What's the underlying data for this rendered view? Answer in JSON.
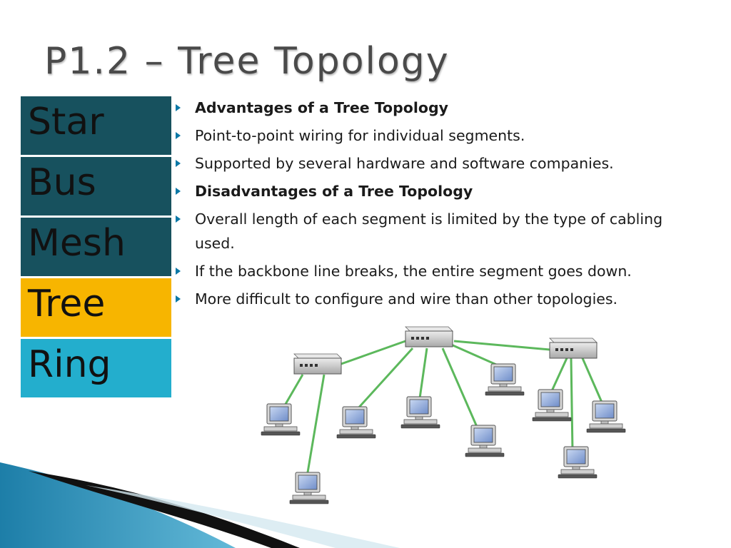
{
  "slide": {
    "title": "P1.2 – Tree Topology"
  },
  "topology_list": [
    {
      "label": "Star",
      "color": "#17515e",
      "active": false
    },
    {
      "label": "Bus",
      "color": "#17515e",
      "active": false
    },
    {
      "label": "Mesh",
      "color": "#17515e",
      "active": false
    },
    {
      "label": "Tree",
      "color": "#f7b500",
      "active": true
    },
    {
      "label": "Ring",
      "color": "#23aecd",
      "active": false
    }
  ],
  "bullets": [
    {
      "text": "Advantages of a Tree Topology",
      "bold": true
    },
    {
      "text": "Point-to-point wiring for individual segments.",
      "bold": false
    },
    {
      "text": "Supported by several hardware and software companies.",
      "bold": false
    },
    {
      "text": "Disadvantages of a Tree Topology",
      "bold": true
    },
    {
      "text": "Overall length of each segment is limited by the type of cabling used.",
      "bold": false
    },
    {
      "text": "If the backbone line breaks, the entire segment goes down.",
      "bold": false
    },
    {
      "text": "More difficult to configure and wire than other topologies.",
      "bold": false
    }
  ],
  "colors": {
    "bullet_arrow": "#0a78a6",
    "cable": "#5cb85c",
    "hub": "#c8c8c8",
    "screen": "#8aa5d6"
  }
}
